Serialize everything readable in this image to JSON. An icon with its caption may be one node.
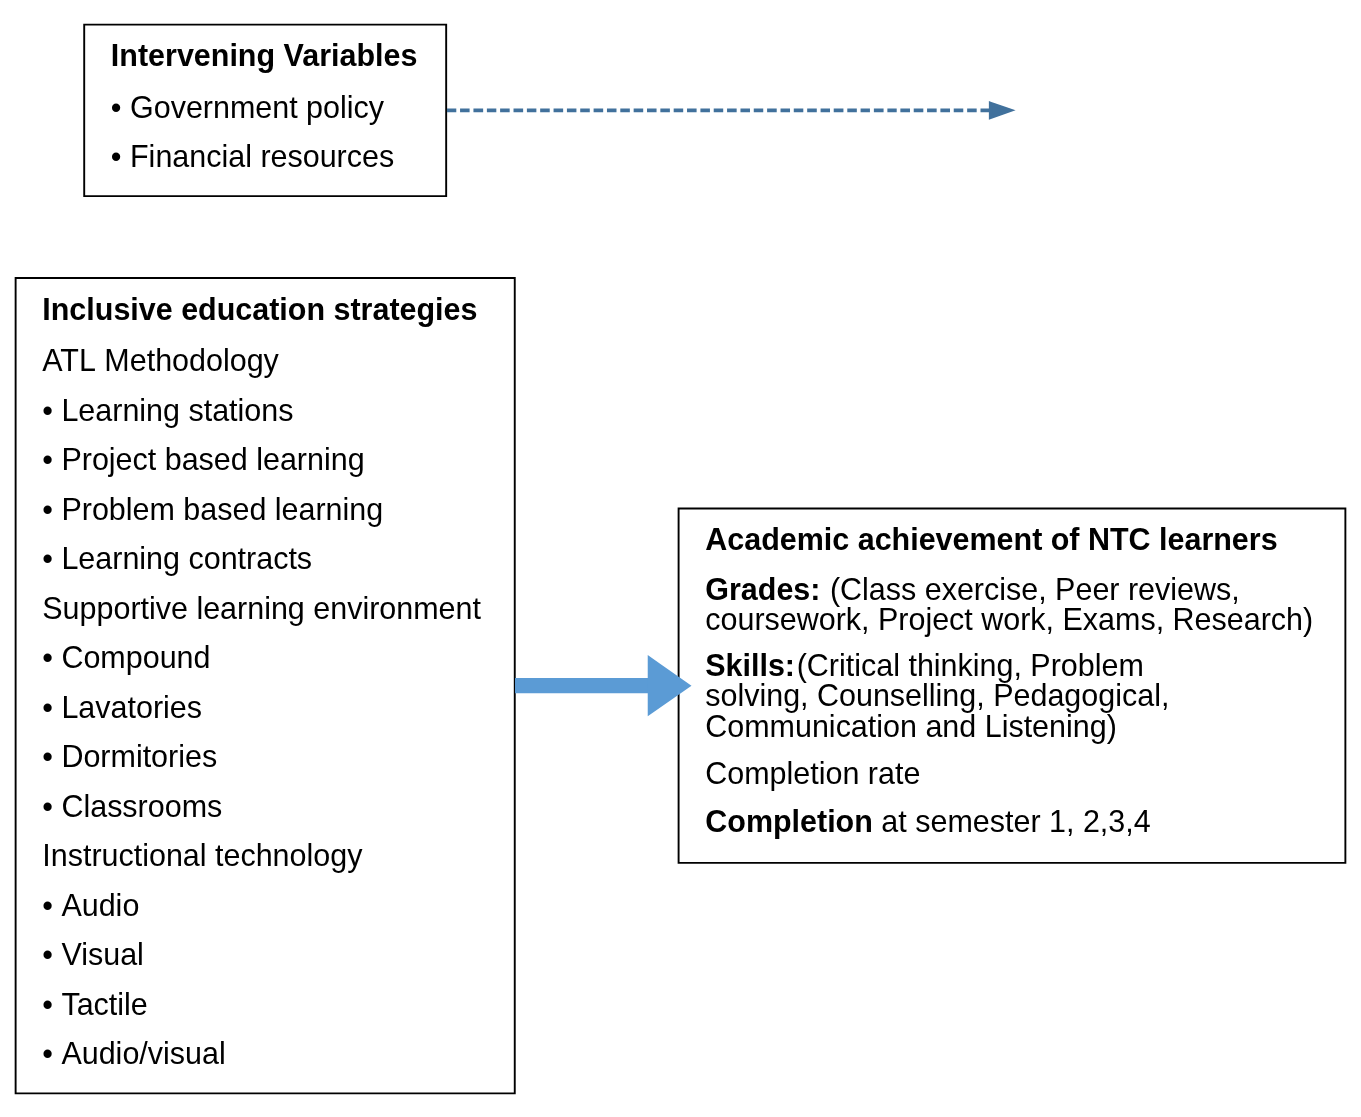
{
  "diagram": {
    "nodes": [
      {
        "text": [
          "Inclusive education strategies",
          "ATL Methodology",
          "• Learning stations",
          "• Project based learning",
          "• Problem based learning",
          "• Learning contracts",
          "Supportive learning environment",
          "• Compound",
          "• Lavatories",
          "• Dormitories",
          "• Classrooms",
          "Instructional technology",
          "• Audio",
          "• Visual",
          "• Tactile",
          "• Audio/visual"
        ]
      },
      {
        "text": [
          "Academic achievement of NTC learners",
          "**Grades:** (Class exercise, Peer reviews, coursework, Project work, Exams, Research)",
          "**Skills:**(Critical thinking, Problem solving, Counselling, Pedagogical, Communication and Listening)",
          "Completion rate",
          "**Completion** at semester 1, 2,3,4"
        ]
      },
      {
        "text": [
          "Intervening Variables",
          "• Government policy",
          "• Financial resources"
        ]
      }
    ],
    "edges": [
      {
        "from": 0,
        "to": 1,
        "arrow": "to",
        "style": "thick",
        "color": "#5b9bd5"
      },
      {
        "from": 2,
        "to": null,
        "arrow": "to",
        "style": "dashed",
        "color": "#41719c"
      }
    ]
  }
}
